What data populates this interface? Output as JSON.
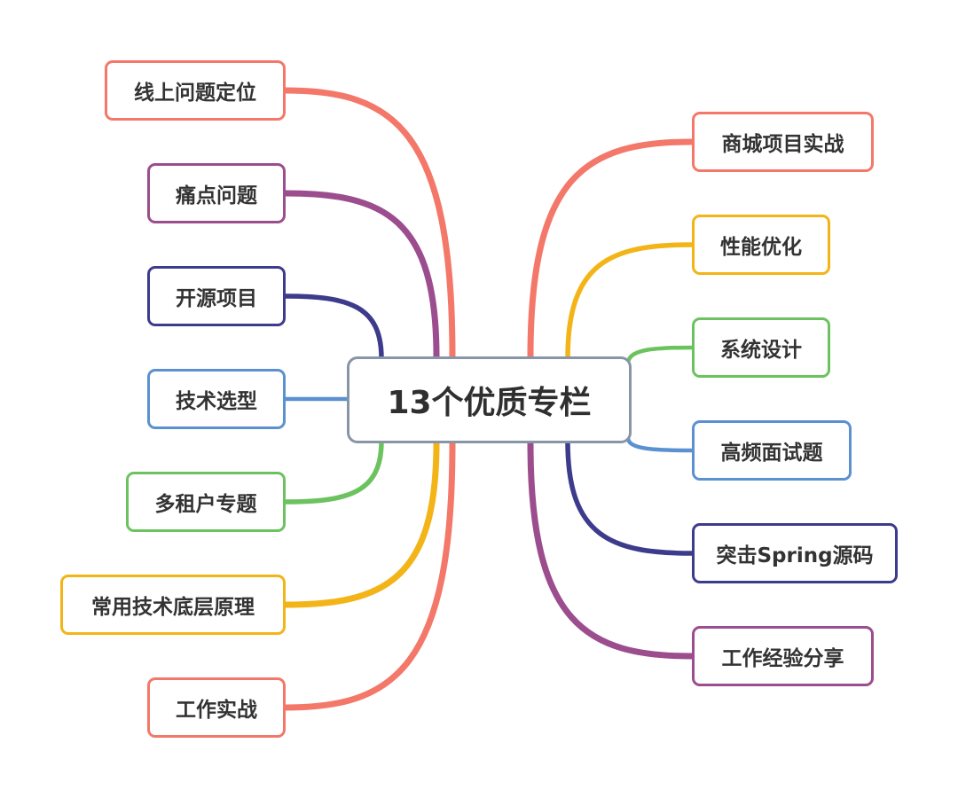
{
  "center": {
    "label": "13个优质专栏",
    "border_color": "#8795a6"
  },
  "left_topics": [
    {
      "label": "线上问题定位",
      "color": "#f4786a"
    },
    {
      "label": "痛点问题",
      "color": "#9b4d8e"
    },
    {
      "label": "开源项目",
      "color": "#3d3b8c"
    },
    {
      "label": "技术选型",
      "color": "#5b91d0"
    },
    {
      "label": "多租户专题",
      "color": "#6cc25f"
    },
    {
      "label": "常用技术底层原理",
      "color": "#f3b418"
    },
    {
      "label": "工作实战",
      "color": "#f4786a"
    }
  ],
  "right_topics": [
    {
      "label": "商城项目实战",
      "color": "#f4786a"
    },
    {
      "label": "性能优化",
      "color": "#f3b418"
    },
    {
      "label": "系统设计",
      "color": "#6cc25f"
    },
    {
      "label": "高频面试题",
      "color": "#5b91d0"
    },
    {
      "label": "突击Spring源码",
      "color": "#3d3b8c"
    },
    {
      "label": "工作经验分享",
      "color": "#9b4d8e"
    }
  ]
}
